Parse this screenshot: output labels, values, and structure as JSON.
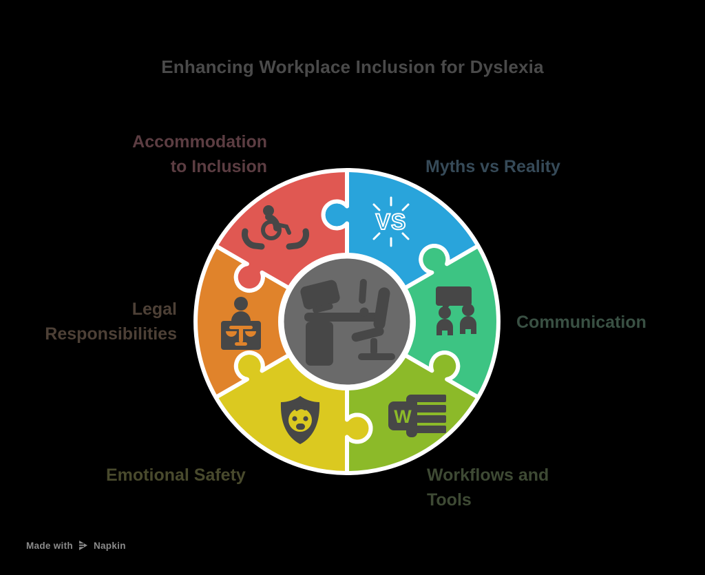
{
  "title": "Enhancing Workplace Inclusion for Dyslexia",
  "footer": {
    "made_with": "Made with",
    "brand": "Napkin"
  },
  "wheel": {
    "center_icon": "workspace-desk",
    "colors": {
      "red": "#E05852",
      "blue": "#29A4DB",
      "green": "#3DC483",
      "lime": "#8CBA29",
      "yellow": "#DBC920",
      "orange": "#E0832B",
      "hub": "#6A6A6A",
      "icon": "#474747",
      "outline": "#FFFFFF"
    },
    "segments": [
      {
        "label": "Myths vs Reality",
        "color_key": "blue",
        "label_color": "#364A58",
        "icon": "vs-comparison",
        "icon_text": "VS"
      },
      {
        "label": "Communication",
        "color_key": "green",
        "label_color": "#395043",
        "icon": "people-speech-bubble"
      },
      {
        "label": "Workflows and\nTools",
        "color_key": "lime",
        "label_color": "#3E4A34",
        "icon": "word-document",
        "icon_text": "W"
      },
      {
        "label": "Emotional Safety",
        "color_key": "yellow",
        "label_color": "#494A2D",
        "icon": "shield-child-face"
      },
      {
        "label": "Legal\nResponsibilities",
        "color_key": "orange",
        "label_color": "#4D4036",
        "icon": "person-with-scales"
      },
      {
        "label": "Accommodation\nto Inclusion",
        "color_key": "red",
        "label_color": "#5C3D42",
        "icon": "wheelchair-care-hands"
      }
    ]
  }
}
